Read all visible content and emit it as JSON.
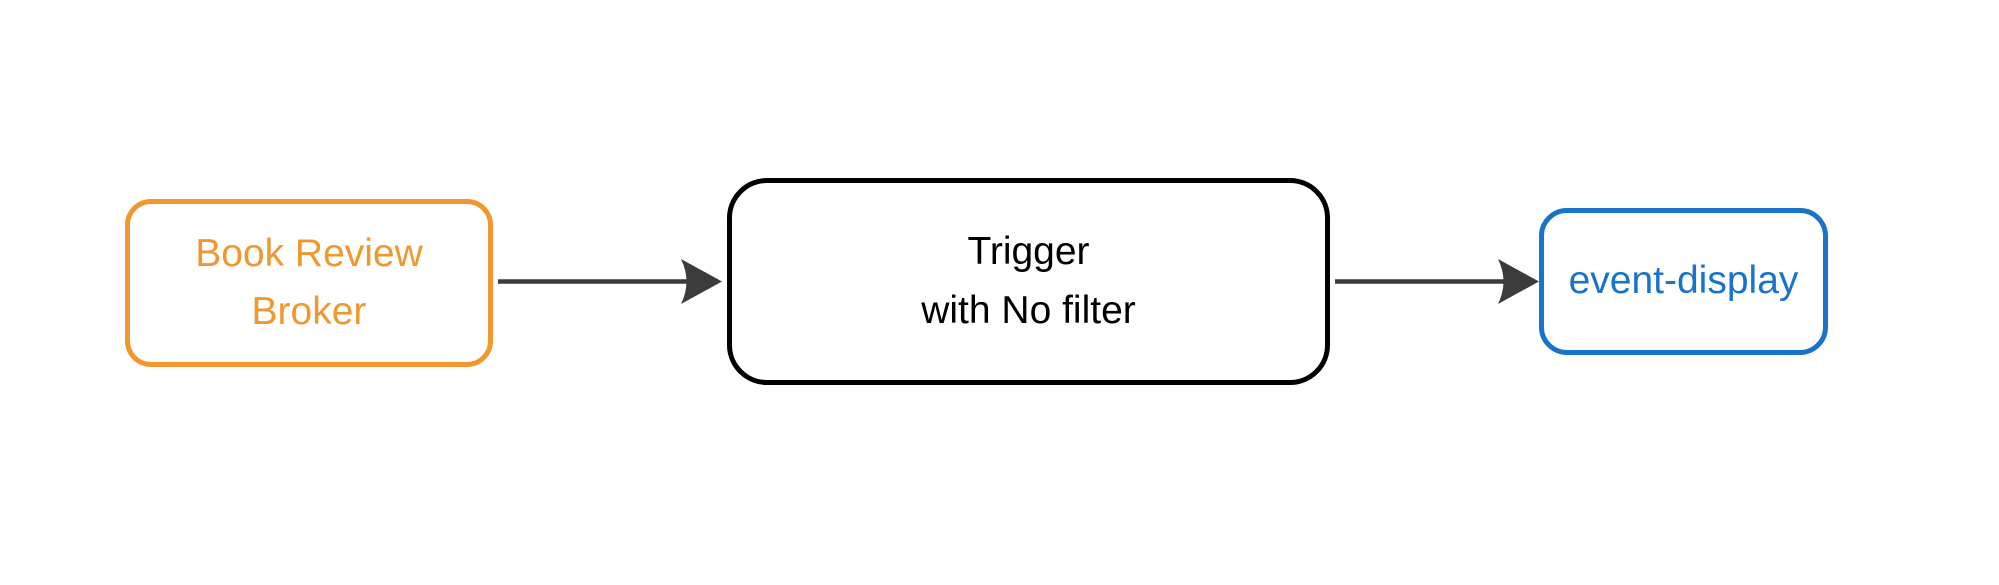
{
  "diagram": {
    "description": "Eventing flow: broker sends events through a trigger with no filter to a display sink",
    "nodes": {
      "broker": {
        "id": "book-review-broker",
        "label": "Book Review\nBroker"
      },
      "trigger": {
        "id": "trigger-no-filter",
        "label": "Trigger\nwith No filter"
      },
      "sink": {
        "id": "event-display",
        "label": "event-display"
      }
    },
    "edges": [
      {
        "from": "book-review-broker",
        "to": "trigger-no-filter"
      },
      {
        "from": "trigger-no-filter",
        "to": "event-display"
      }
    ]
  },
  "colors": {
    "background": "#ffffff",
    "broker": "#F0982F",
    "trigger": "#000000",
    "sink": "#1A73CA",
    "arrow": "#3B3B3B"
  }
}
